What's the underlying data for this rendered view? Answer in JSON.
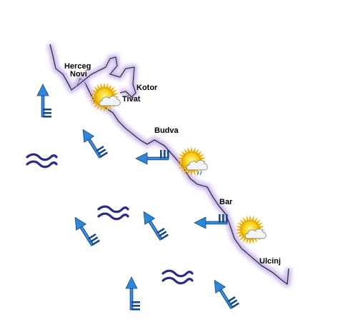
{
  "map": {
    "colors": {
      "background": "#ffffff",
      "coast_line": "#3a3a3a",
      "coast_glow": "#c9b6ee",
      "arrow": "#2f86d8",
      "arrow_dark": "#174a87",
      "wave": "#2a2a8a",
      "sun": "#f5d21a",
      "sun_ray": "#f0b000",
      "cloud": "#f4f4f4"
    },
    "towns": [
      {
        "key": "herceg_novi",
        "line1": "Herceg",
        "line2": "Novi"
      },
      {
        "key": "kotor",
        "line1": "Kotor"
      },
      {
        "key": "tivat",
        "line1": "Tivat"
      },
      {
        "key": "budva",
        "line1": "Budva"
      },
      {
        "key": "bar",
        "line1": "Bar"
      },
      {
        "key": "ulcinj",
        "line1": "Ulcinj"
      }
    ],
    "weather_icons": [
      {
        "near": "Tivat",
        "icon": "sun-with-cloud-icon"
      },
      {
        "near": "Budva",
        "icon": "sun-with-rain-cloud-icon"
      },
      {
        "near": "Bar",
        "icon": "sun-with-cloud-icon"
      }
    ],
    "wind_symbols": [
      {
        "icon": "wind-arrow-icon",
        "direction": "north"
      },
      {
        "icon": "wind-arrow-icon",
        "direction": "north-west"
      },
      {
        "icon": "wind-arrow-icon",
        "direction": "north-west"
      },
      {
        "icon": "wind-arrow-icon",
        "direction": "north-west"
      },
      {
        "icon": "wind-arrow-icon",
        "direction": "north"
      },
      {
        "icon": "wind-arrow-icon",
        "direction": "north-west"
      },
      {
        "icon": "wind-arrow-icon",
        "direction": "west"
      },
      {
        "icon": "wind-arrow-icon",
        "direction": "west"
      }
    ],
    "sea_state": [
      {
        "icon": "waves-icon"
      },
      {
        "icon": "waves-icon"
      },
      {
        "icon": "waves-icon"
      }
    ]
  }
}
